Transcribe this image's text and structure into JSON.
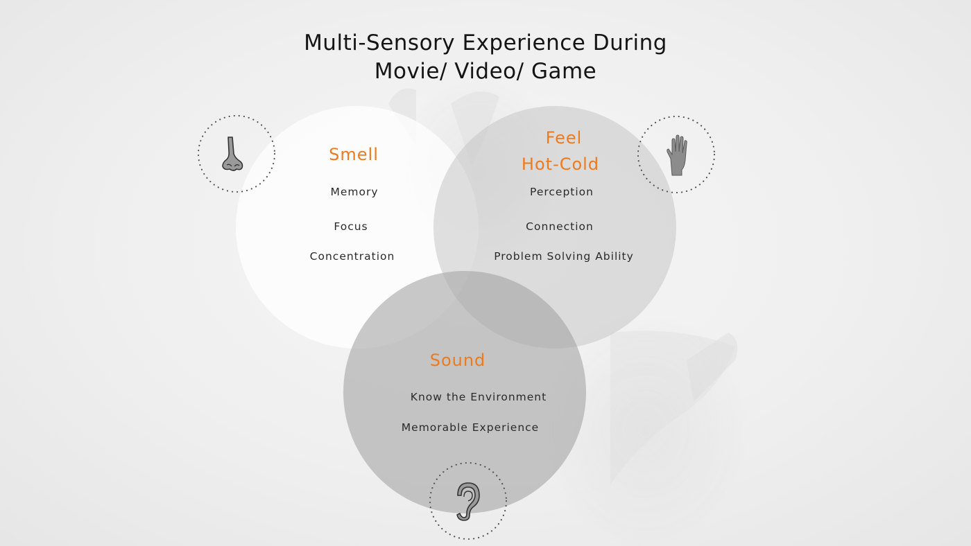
{
  "title": {
    "line1": "Multi-Sensory Experience During",
    "line2": "Movie/ Video/ Game"
  },
  "colors": {
    "accent": "#ee7a1e",
    "text": "#2a2a2a",
    "title": "#141414"
  },
  "senses": {
    "smell": {
      "label": "Smell",
      "icon": "nose-icon",
      "items": [
        "Memory",
        "Focus",
        "Concentration"
      ]
    },
    "feel": {
      "label_line1": "Feel",
      "label_line2": "Hot-Cold",
      "icon": "hand-icon",
      "items": [
        "Perception",
        "Connection",
        "Problem Solving Ability"
      ]
    },
    "sound": {
      "label": "Sound",
      "icon": "ear-icon",
      "items": [
        "Know the Environment",
        "Memorable Experience"
      ]
    }
  }
}
